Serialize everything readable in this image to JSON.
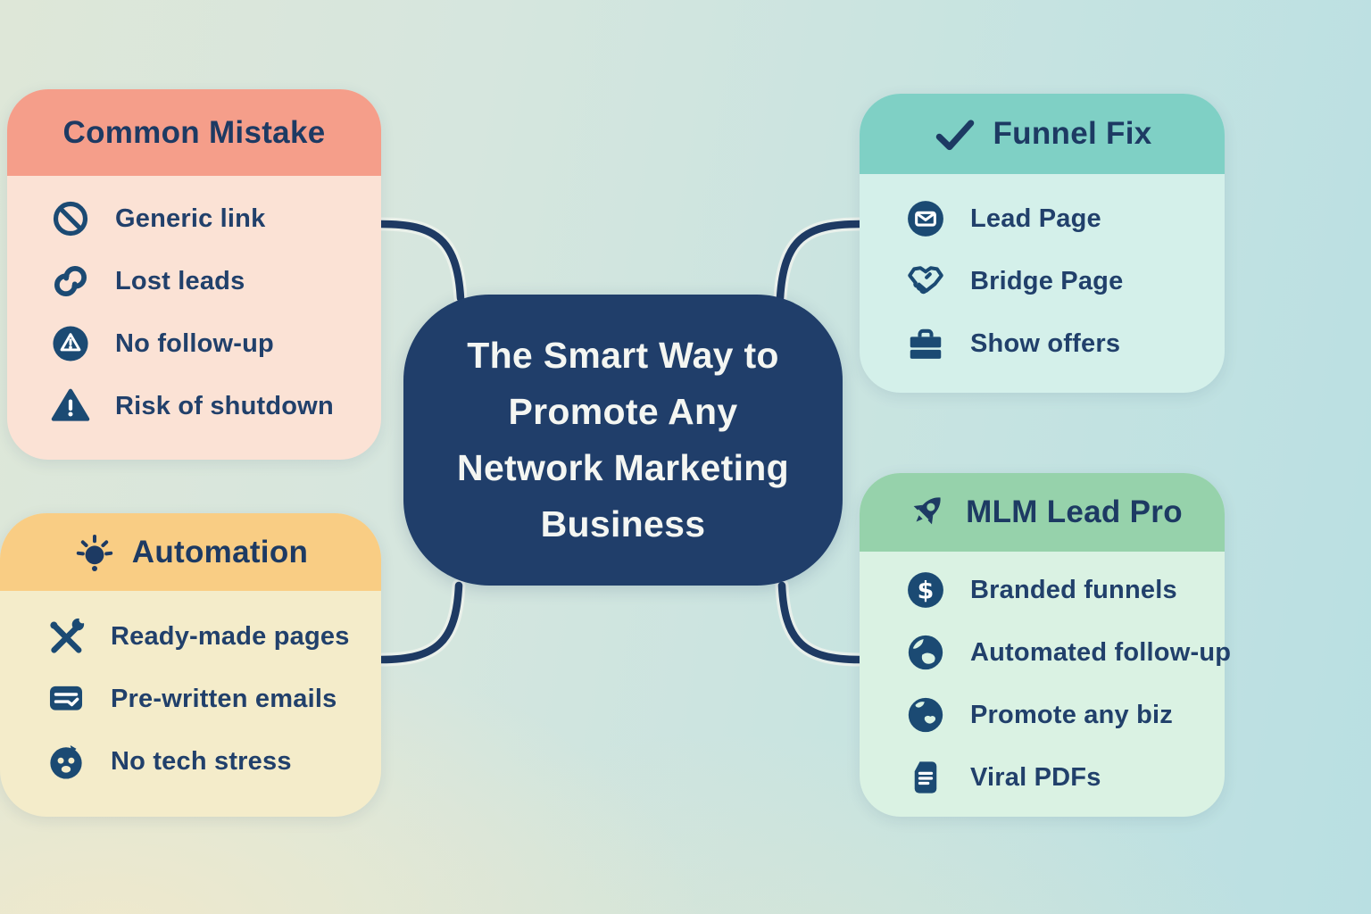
{
  "center": {
    "title": "The Smart Way to Promote Any Network Marketing Business",
    "title_lines": [
      "The Smart Way to",
      "Promote Any",
      "Network Marketing",
      "Business"
    ]
  },
  "cards": [
    {
      "id": "common-mistake",
      "title": "Common Mistake",
      "header_icon": null,
      "header_color": "#f59e8a",
      "body_color": "#fbe2d5",
      "items": [
        {
          "icon": "no-entry-icon",
          "label": "Generic link"
        },
        {
          "icon": "broken-link-icon",
          "label": "Lost leads"
        },
        {
          "icon": "alert-circle-icon",
          "label": "No follow-up"
        },
        {
          "icon": "warning-triangle-icon",
          "label": "Risk of shutdown"
        }
      ]
    },
    {
      "id": "automation",
      "title": "Automation",
      "header_icon": "lightbulb-icon",
      "header_color": "#f9cd84",
      "body_color": "#f4ecca",
      "items": [
        {
          "icon": "tools-icon",
          "label": "Ready-made pages"
        },
        {
          "icon": "chat-message-icon",
          "label": "Pre-written emails"
        },
        {
          "icon": "relaxed-face-icon",
          "label": "No tech stress"
        }
      ]
    },
    {
      "id": "funnel-fix",
      "title": "Funnel Fix",
      "header_icon": "check-icon",
      "header_color": "#7fd0c5",
      "body_color": "#d4f0ea",
      "items": [
        {
          "icon": "envelope-circle-icon",
          "label": "Lead Page"
        },
        {
          "icon": "handshake-icon",
          "label": "Bridge Page"
        },
        {
          "icon": "briefcase-icon",
          "label": "Show offers"
        }
      ]
    },
    {
      "id": "mlm-lead-pro",
      "title": "MLM Lead Pro",
      "header_icon": "rocket-icon",
      "header_color": "#96d2ab",
      "body_color": "#daf2e3",
      "items": [
        {
          "icon": "dollar-circle-icon",
          "label": "Branded funnels"
        },
        {
          "icon": "globe-icon",
          "label": "Automated follow-up"
        },
        {
          "icon": "globe-icon",
          "label": "Promote any biz"
        },
        {
          "icon": "document-icon",
          "label": "Viral PDFs"
        }
      ]
    }
  ],
  "colors": {
    "navy_line": "#1e3a63",
    "center_box": "#203e6a",
    "center_text": "#f4f6f2",
    "icon_blue": "#1b4a73",
    "item_text": "#21406b",
    "background_left": "#dee7d8",
    "background_right": "#b9dfe2",
    "background_bottom_left": "#f0e9cb"
  }
}
